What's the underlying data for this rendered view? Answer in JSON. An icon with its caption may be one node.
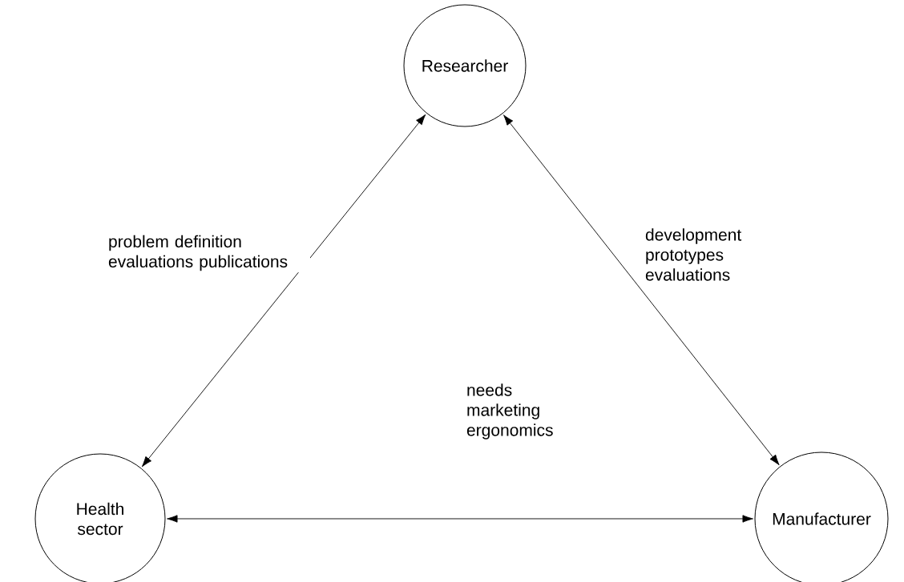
{
  "diagram": {
    "nodes": [
      {
        "text": [
          "Researcher"
        ]
      },
      {
        "text": [
          "Health sector"
        ]
      },
      {
        "text": [
          "Manufacturer"
        ]
      }
    ],
    "edges": [
      {
        "from": 0,
        "to": 1,
        "arrow": "both",
        "label": "problem definition evaluations publications"
      },
      {
        "from": 0,
        "to": 2,
        "arrow": "both",
        "label": "development prototypes evaluations"
      },
      {
        "from": 1,
        "to": 2,
        "arrow": "both",
        "label": "needs marketing ergonomics"
      }
    ]
  }
}
